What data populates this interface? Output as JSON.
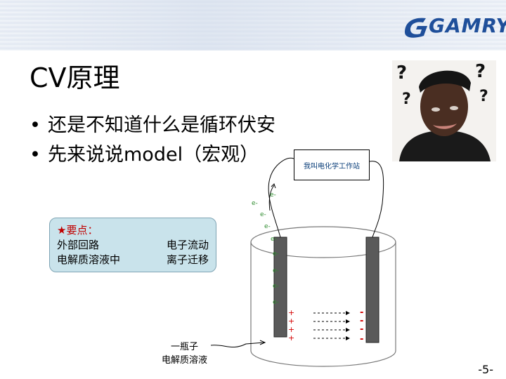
{
  "slide": {
    "title": "CV原理",
    "page_number": "-5-"
  },
  "logo": {
    "text": "GAMRY"
  },
  "bullets": [
    {
      "marker": "•",
      "text": "还是不知道什么是循环伏安"
    },
    {
      "marker": "•",
      "text": "先来说说model（宏观）"
    }
  ],
  "meme": {
    "question_marks": [
      "?",
      "?",
      "?",
      "?"
    ]
  },
  "diagram": {
    "station_label": "我叫电化学工作站",
    "electron_labels": [
      "e-",
      "e-",
      "e-",
      "e-",
      "e-",
      "e-",
      "e-",
      "e-",
      "e-"
    ],
    "plus_signs": [
      "+",
      "+",
      "+",
      "+"
    ],
    "minus_signs": [
      "-",
      "-",
      "-",
      "-"
    ],
    "bottle_label_line1": "一瓶子",
    "bottle_label_line2": "电解质溶液",
    "colors": {
      "electron": "#2e8b2e",
      "plus": "#d40000",
      "minus": "#d40000",
      "electrode": "#5a5a5a"
    }
  },
  "keypoints": {
    "title": "★要点：",
    "rows": [
      {
        "left": "外部回路",
        "right": "电子流动"
      },
      {
        "left": "电解质溶液中",
        "right": "离子迁移"
      }
    ]
  }
}
